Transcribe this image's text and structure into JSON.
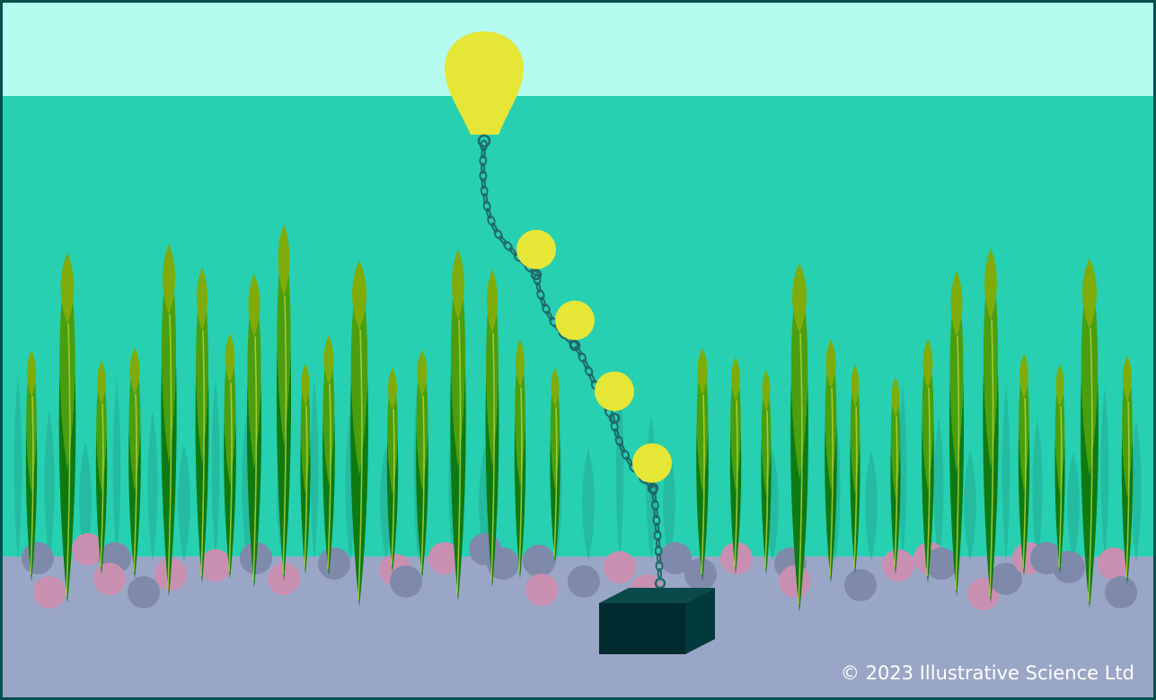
{
  "scene": {
    "colors": {
      "sky": "#b3fbee",
      "water": "#27d0b1",
      "seabed": "#9aa6c6",
      "frame": "#064f4d",
      "buoy": "#e6e636",
      "chain": "#1f6a6a",
      "weight_front": "#002b2e",
      "weight_top": "#0a4a4a",
      "weight_side": "#003a3c",
      "leaf_dark": "#0f7a12",
      "leaf_mid": "#4a9e10",
      "leaf_tip": "#7fac0a",
      "leaf_vein": "#b6d53c",
      "background_leaf": "#25b79e",
      "pebble_gray": "#7f89aa",
      "pebble_pink": "#c98fb0"
    },
    "buoy": {
      "shape": "pear-float",
      "label": ""
    },
    "float_count": 4,
    "weight": {
      "shape": "block"
    },
    "credit": "© 2023 Illustrative Science Ltd"
  }
}
